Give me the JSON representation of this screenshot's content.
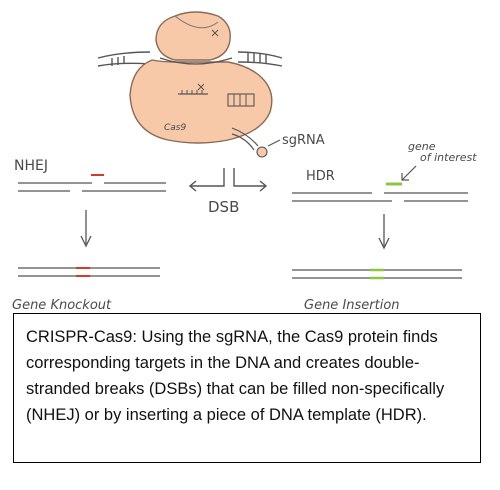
{
  "labels": {
    "cas9": "Cas9",
    "sgrna": "sgRNA",
    "nhej": "NHEJ",
    "hdr": "HDR",
    "dsb": "DSB",
    "gene_of_interest_line1": "gene",
    "gene_of_interest_line2": "of interest",
    "gene_knockout": "Gene Knockout",
    "gene_insertion": "Gene Insertion"
  },
  "caption": "CRISPR-Cas9: Using the sgRNA, the Cas9 protein finds corresponding targets in the DNA and creates double-stranded breaks (DSBs) that can be filled non-specifically (NHEJ) or by inserting a piece of DNA template (HDR).",
  "colors": {
    "protein_fill": "#f7c9a8",
    "protein_stroke": "#8a6a55",
    "ink": "#555555",
    "nhej_mark": "#d43a2a",
    "hdr_mark": "#8cc63f"
  }
}
